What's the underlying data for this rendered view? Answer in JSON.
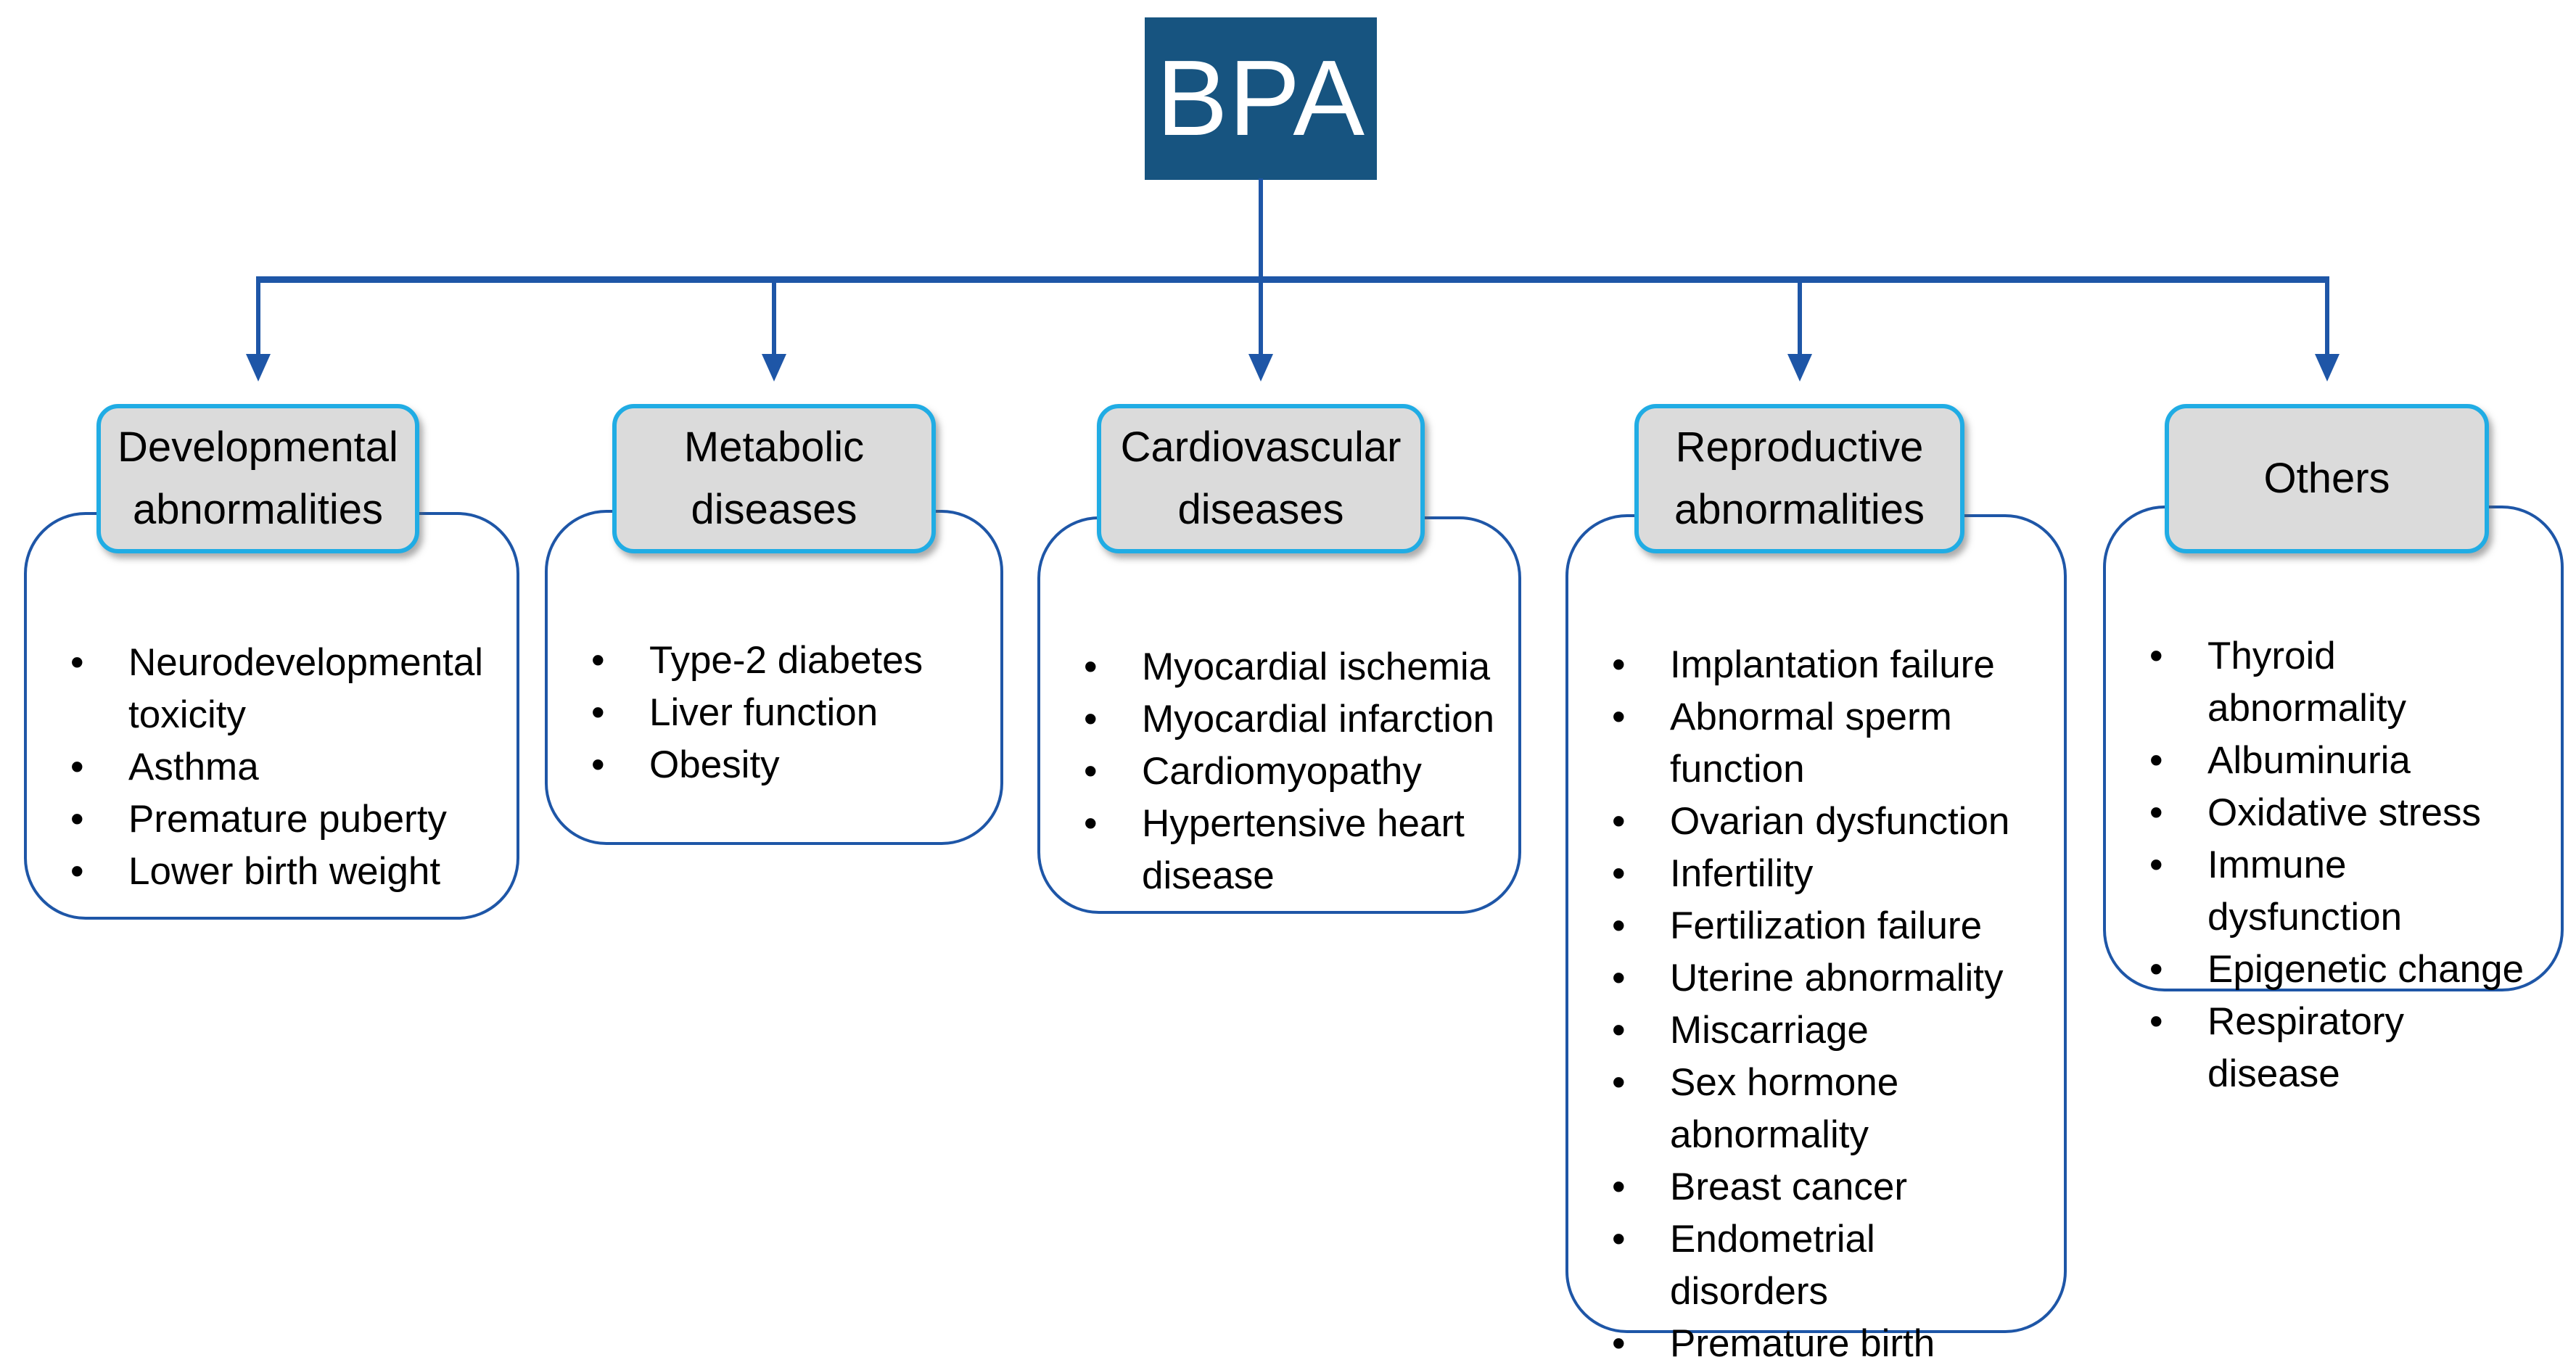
{
  "diagram": {
    "root_label": "BPA",
    "categories": [
      {
        "title": "Developmental\nabnormalities",
        "items": [
          "Neurodevelopmental toxicity",
          "Asthma",
          "Premature puberty",
          "Lower birth weight"
        ]
      },
      {
        "title": "Metabolic\ndiseases",
        "items": [
          "Type-2 diabetes",
          "Liver function",
          "Obesity"
        ]
      },
      {
        "title": "Cardiovascular\ndiseases",
        "items": [
          "Myocardial ischemia",
          "Myocardial infarction",
          "Cardiomyopathy",
          "Hypertensive heart disease"
        ]
      },
      {
        "title": "Reproductive\nabnormalities",
        "items": [
          "Implantation failure",
          "Abnormal sperm function",
          "Ovarian dysfunction",
          "Infertility",
          "Fertilization failure",
          "Uterine abnormality",
          "Miscarriage",
          "Sex hormone abnormality",
          "Breast cancer",
          "Endometrial disorders",
          "Premature birth"
        ]
      },
      {
        "title": "Others",
        "items": [
          "Thyroid abnormality",
          "Albuminuria",
          "Oxidative stress",
          "Immune dysfunction",
          "Epigenetic change",
          "Respiratory disease"
        ]
      }
    ],
    "colors": {
      "root_fill": "#175480",
      "root_text": "#FFFFFF",
      "connector": "#1E56A7",
      "header_fill": "#DBDBDB",
      "header_border": "#20ACE4",
      "content_border": "#1E56A7",
      "text": "#000000"
    }
  }
}
